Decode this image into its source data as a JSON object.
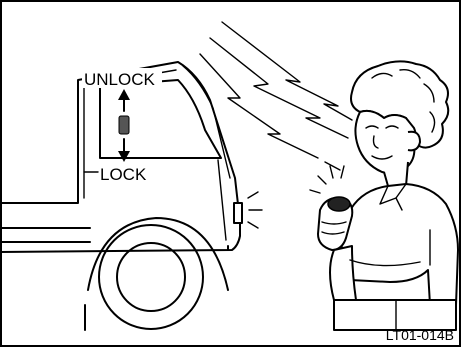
{
  "figure": {
    "labels": {
      "unlock": "UNLOCK",
      "lock": "LOCK"
    },
    "figure_code": "LT01-014B"
  },
  "colors": {
    "ink": "#000000",
    "background": "#ffffff",
    "switch_knob": "#555555"
  },
  "icons": {
    "up_arrow": "up-arrow-icon",
    "down_arrow": "down-arrow-icon"
  }
}
